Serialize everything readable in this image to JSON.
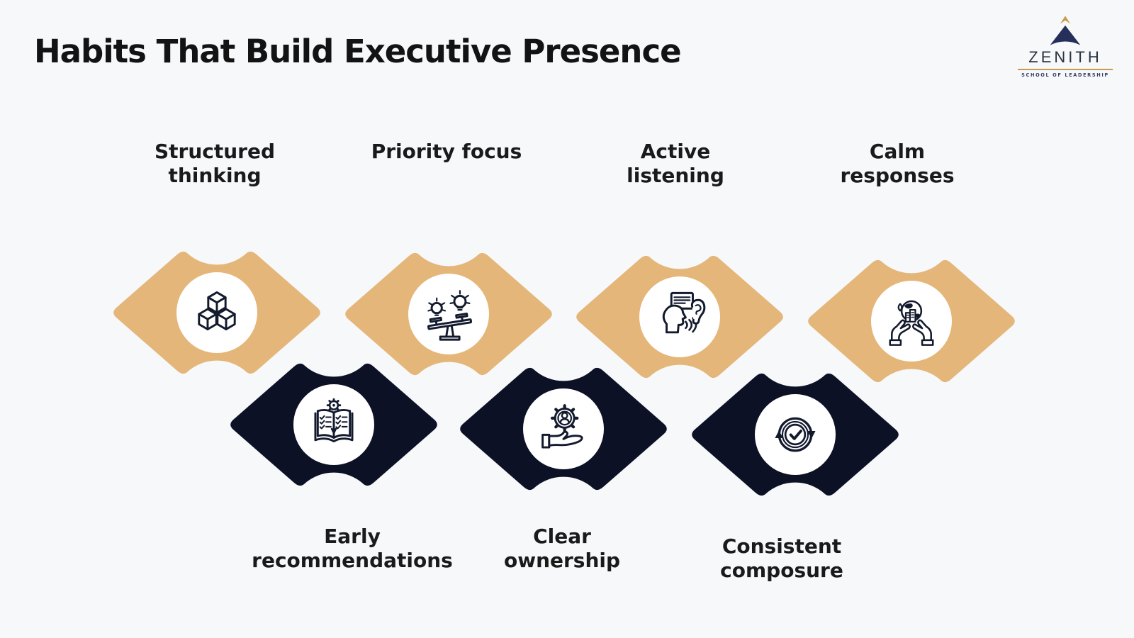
{
  "title": "Habits That Build Executive Presence",
  "logo": {
    "brand": "ZENITH",
    "tagline": "SCHOOL OF LEADERSHIP"
  },
  "colors": {
    "background": "#F7F8FA",
    "tan": "#E4B679",
    "navy": "#0D1126",
    "title_text": "#131313",
    "label_text": "#1A1A1A",
    "icon_stroke": "#131A2E",
    "logo_navy": "#252F5A",
    "logo_gold": "#C89B4B",
    "circle": "#FFFFFF"
  },
  "habits": [
    {
      "label": "Structured thinking",
      "label_lines": [
        "Structured",
        "thinking"
      ],
      "icon": "cubes-icon",
      "color_hex": "#E4B679",
      "row": "top"
    },
    {
      "label": "Priority focus",
      "label_lines": [
        "Priority focus",
        ""
      ],
      "icon": "balance-bulbs-icon",
      "color_hex": "#E4B679",
      "row": "top"
    },
    {
      "label": "Active listening",
      "label_lines": [
        "Active",
        "listening"
      ],
      "icon": "speaking-ear-icon",
      "color_hex": "#E4B679",
      "row": "top"
    },
    {
      "label": "Calm responses",
      "label_lines": [
        "Calm",
        "responses"
      ],
      "icon": "hands-globe-icon",
      "color_hex": "#E4B679",
      "row": "top"
    },
    {
      "label": "Early recommendations",
      "label_lines": [
        "Early",
        "recommendations"
      ],
      "icon": "book-gear-icon",
      "color_hex": "#0D1126",
      "row": "bottom"
    },
    {
      "label": "Clear ownership",
      "label_lines": [
        "Clear",
        "ownership"
      ],
      "icon": "hand-gear-icon",
      "color_hex": "#0D1126",
      "row": "bottom"
    },
    {
      "label": "Consistent composure",
      "label_lines": [
        "Consistent",
        "composure"
      ],
      "icon": "cycle-check-icon",
      "color_hex": "#0D1126",
      "row": "bottom"
    }
  ]
}
